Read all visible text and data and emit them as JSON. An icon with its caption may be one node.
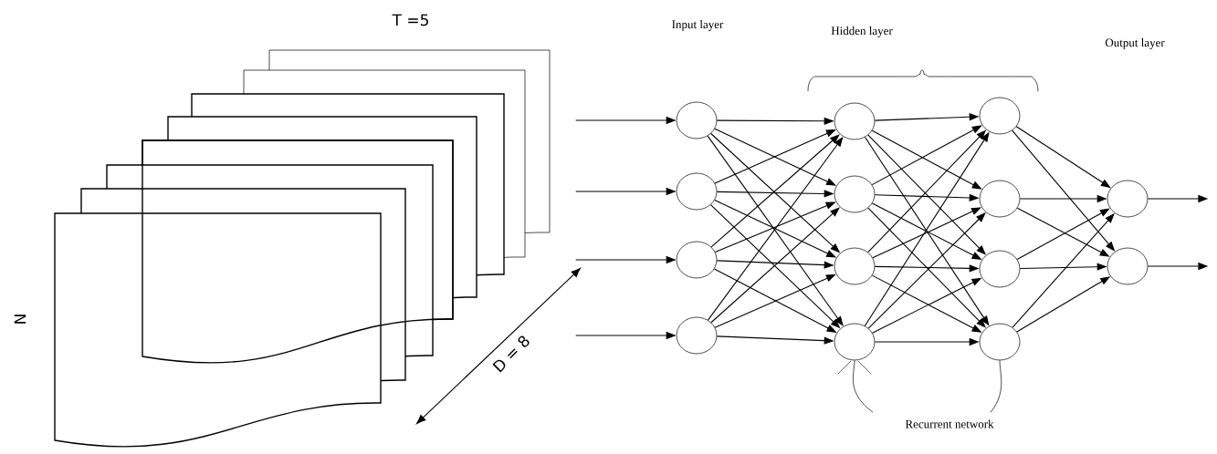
{
  "diagram": {
    "nodes": [
      {
        "text": [],
        "shape": "circle"
      },
      {
        "text": [],
        "shape": "circle"
      },
      {
        "text": [],
        "shape": "circle"
      },
      {
        "text": [],
        "shape": "circle"
      },
      {
        "text": [],
        "shape": "circle"
      },
      {
        "text": [],
        "shape": "circle"
      },
      {
        "text": [],
        "shape": "circle"
      },
      {
        "text": [],
        "shape": "circle"
      },
      {
        "text": [],
        "shape": "circle"
      },
      {
        "text": [],
        "shape": "circle"
      },
      {
        "text": [],
        "shape": "circle"
      },
      {
        "text": [],
        "shape": "circle"
      },
      {
        "text": [],
        "shape": "circle"
      },
      {
        "text": [],
        "shape": "circle"
      },
      {
        "text": [
          "Recurrent network"
        ]
      }
    ],
    "edges": [
      {
        "from": null,
        "to": 0,
        "arrow": "to"
      },
      {
        "from": null,
        "to": 1,
        "arrow": "to"
      },
      {
        "from": null,
        "to": 2,
        "arrow": "to"
      },
      {
        "from": null,
        "to": 3,
        "arrow": "to"
      },
      {
        "from": 0,
        "to": 4,
        "arrow": "to"
      },
      {
        "from": 0,
        "to": 5,
        "arrow": "to"
      },
      {
        "from": 0,
        "to": 6,
        "arrow": "to"
      },
      {
        "from": 0,
        "to": 7,
        "arrow": "to"
      },
      {
        "from": 1,
        "to": 4,
        "arrow": "to"
      },
      {
        "from": 1,
        "to": 5,
        "arrow": "to"
      },
      {
        "from": 1,
        "to": 6,
        "arrow": "to"
      },
      {
        "from": 1,
        "to": 7,
        "arrow": "to"
      },
      {
        "from": 2,
        "to": 4,
        "arrow": "to"
      },
      {
        "from": 2,
        "to": 5,
        "arrow": "to"
      },
      {
        "from": 2,
        "to": 6,
        "arrow": "to"
      },
      {
        "from": 2,
        "to": 7,
        "arrow": "to"
      },
      {
        "from": 3,
        "to": 4,
        "arrow": "to"
      },
      {
        "from": 3,
        "to": 5,
        "arrow": "to"
      },
      {
        "from": 3,
        "to": 6,
        "arrow": "to"
      },
      {
        "from": 3,
        "to": 7,
        "arrow": "to"
      },
      {
        "from": 4,
        "to": 8,
        "arrow": "to"
      },
      {
        "from": 4,
        "to": 9,
        "arrow": "to"
      },
      {
        "from": 4,
        "to": 10,
        "arrow": "to"
      },
      {
        "from": 4,
        "to": 11,
        "arrow": "to"
      },
      {
        "from": 5,
        "to": 8,
        "arrow": "to"
      },
      {
        "from": 5,
        "to": 9,
        "arrow": "to"
      },
      {
        "from": 5,
        "to": 10,
        "arrow": "to"
      },
      {
        "from": 5,
        "to": 11,
        "arrow": "to"
      },
      {
        "from": 6,
        "to": 8,
        "arrow": "to"
      },
      {
        "from": 6,
        "to": 9,
        "arrow": "to"
      },
      {
        "from": 6,
        "to": 10,
        "arrow": "to"
      },
      {
        "from": 6,
        "to": 11,
        "arrow": "to"
      },
      {
        "from": 7,
        "to": 8,
        "arrow": "to"
      },
      {
        "from": 7,
        "to": 9,
        "arrow": "to"
      },
      {
        "from": 7,
        "to": 10,
        "arrow": "to"
      },
      {
        "from": 7,
        "to": 11,
        "arrow": "to"
      },
      {
        "from": 8,
        "to": 12,
        "arrow": "to"
      },
      {
        "from": 8,
        "to": 13,
        "arrow": "to"
      },
      {
        "from": 9,
        "to": 12,
        "arrow": "to"
      },
      {
        "from": 9,
        "to": 13,
        "arrow": "to"
      },
      {
        "from": 10,
        "to": 12,
        "arrow": "to"
      },
      {
        "from": 10,
        "to": 13,
        "arrow": "to"
      },
      {
        "from": 11,
        "to": 12,
        "arrow": "to"
      },
      {
        "from": 11,
        "to": 13,
        "arrow": "to"
      },
      {
        "from": 12,
        "to": null,
        "arrow": "to"
      },
      {
        "from": 13,
        "to": null,
        "arrow": "to"
      },
      {
        "from": 14,
        "to": 7,
        "arrow": "none"
      },
      {
        "from": 14,
        "to": 11,
        "arrow": "none"
      }
    ],
    "labels": [
      "T =5",
      "N",
      "D = 8",
      "Input layer",
      "Hidden layer",
      "Output layer"
    ]
  }
}
